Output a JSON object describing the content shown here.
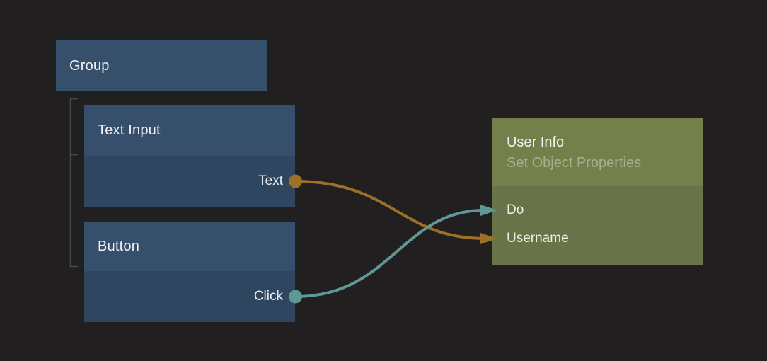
{
  "canvas": {
    "background": "#211f1f"
  },
  "colors": {
    "orange": "#9c7025",
    "teal": "#5f9897",
    "node_blue_header": "#36506c",
    "node_blue_body": "#2e4660",
    "node_olive_header": "#74804b",
    "node_olive_body": "#687447",
    "bracket": "#4a4a4a"
  },
  "nodes": {
    "group": {
      "title": "Group"
    },
    "text_input": {
      "title": "Text Input",
      "outputs": [
        {
          "label": "Text",
          "color": "orange"
        }
      ]
    },
    "button": {
      "title": "Button",
      "outputs": [
        {
          "label": "Click",
          "color": "teal"
        }
      ]
    },
    "user_info": {
      "title": "User Info",
      "subtitle": "Set Object Properties",
      "inputs": [
        {
          "label": "Do",
          "color": "teal"
        },
        {
          "label": "Username",
          "color": "orange"
        }
      ]
    }
  },
  "connections": [
    {
      "from": "port-text",
      "to": "input-row-username",
      "color": "orange"
    },
    {
      "from": "port-click",
      "to": "input-row-do",
      "color": "teal"
    }
  ]
}
